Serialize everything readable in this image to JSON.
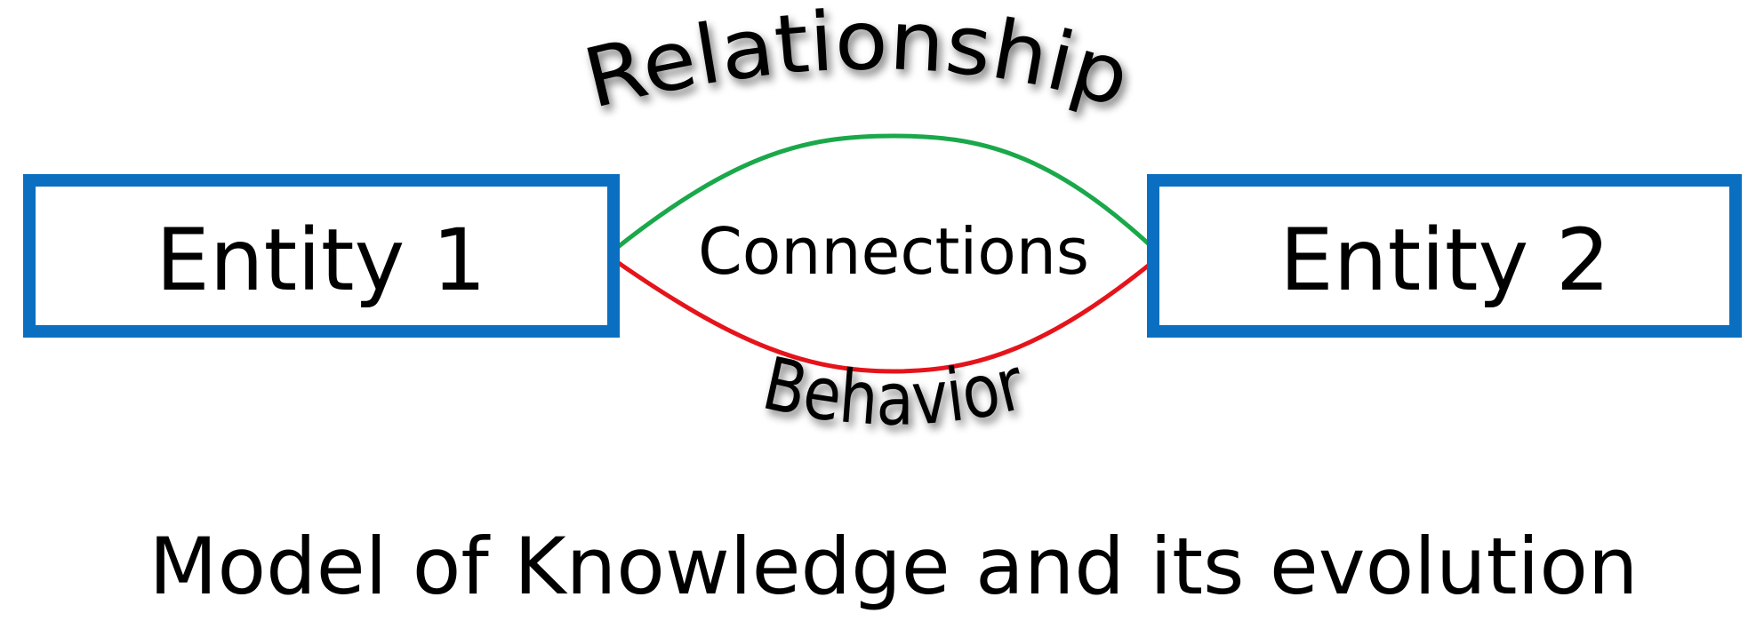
{
  "entities": {
    "left": {
      "label": "Entity 1"
    },
    "right": {
      "label": "Entity 2"
    }
  },
  "connections": {
    "label": "Connections"
  },
  "relationship": {
    "label": "Relationship",
    "color": "#1aa84a"
  },
  "behavior": {
    "label": "Behavior",
    "color": "#e5141b"
  },
  "caption": {
    "text": "Model of Knowledge and its evolution"
  },
  "colors": {
    "box_border": "#0a6fc0",
    "text": "#000000"
  }
}
